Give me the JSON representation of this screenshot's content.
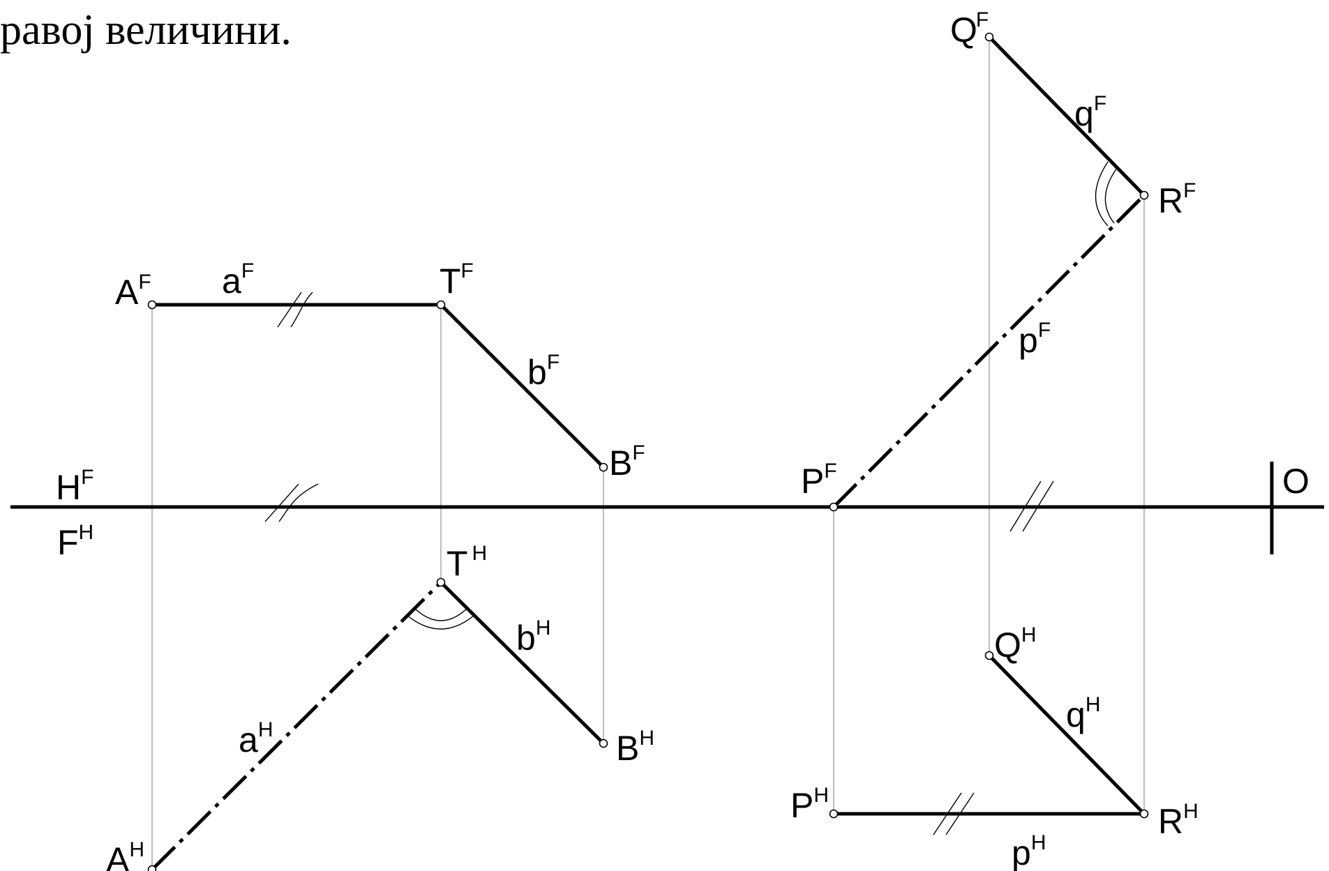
{
  "heading": "равој величини.",
  "labels": {
    "AF": {
      "base": "A",
      "sup": "F"
    },
    "aF": {
      "base": "a",
      "sup": "F"
    },
    "TF": {
      "base": "T",
      "sup": "F"
    },
    "bF": {
      "base": "b",
      "sup": "F"
    },
    "BF": {
      "base": "B",
      "sup": "F"
    },
    "HF": {
      "base": "H",
      "sup": "F"
    },
    "FH": {
      "base": "F",
      "sup": "H"
    },
    "TH": {
      "base": "T",
      "sup": "H"
    },
    "bH": {
      "base": "b",
      "sup": "H"
    },
    "aH": {
      "base": "a",
      "sup": "H"
    },
    "BH": {
      "base": "B",
      "sup": "H"
    },
    "AH": {
      "base": "A",
      "sup": "H"
    },
    "QF": {
      "base": "Q",
      "sup": "F"
    },
    "qF": {
      "base": "q",
      "sup": "F"
    },
    "RF": {
      "base": "R",
      "sup": "F"
    },
    "pF": {
      "base": "p",
      "sup": "F"
    },
    "PF": {
      "base": "P",
      "sup": "F"
    },
    "O": {
      "base": "O",
      "sup": ""
    },
    "QH": {
      "base": "Q",
      "sup": "H"
    },
    "qH": {
      "base": "q",
      "sup": "H"
    },
    "PH": {
      "base": "P",
      "sup": "H"
    },
    "RH": {
      "base": "R",
      "sup": "H"
    },
    "pH": {
      "base": "p",
      "sup": "H"
    }
  }
}
